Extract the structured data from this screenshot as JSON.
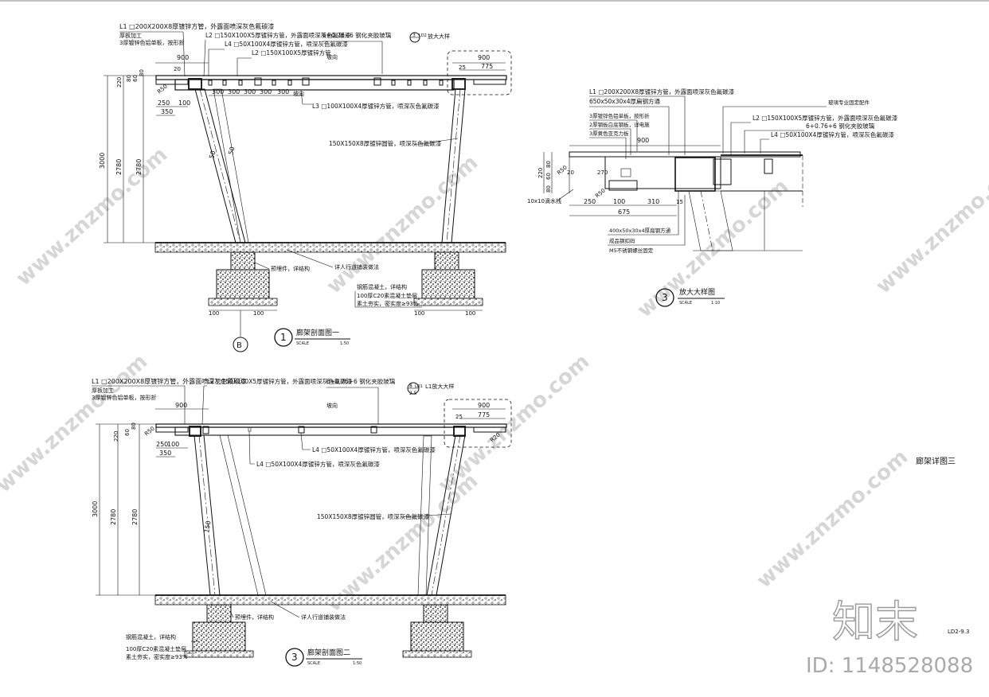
{
  "sheet": {
    "sheet_title": "廊架详图三",
    "sheet_number": "LD2-9.3",
    "brand": "知末",
    "id_text": "ID: 1148528088",
    "watermark": "www.znzmo.com"
  },
  "section1": {
    "circle": "1",
    "title": "廊架剖面图一",
    "scale_label": "SCALE",
    "scale": "1:50",
    "axis_marker": "B",
    "notes": {
      "l1": "L1 □200X200X8厚镀锌方管，外露面喷深灰色氟碳漆",
      "l1a": "厚板加工",
      "l1b": "3厚镀锌色铝单板，按形折",
      "l2": "L2 □150X100X5厚镀锌方管，外露面喷深灰色氟碳漆",
      "glass": "6+0.76+6  钢化夹胶玻璃",
      "l4": "L4 □50X100X4厚镀锌方管，喷深灰色氟碳漆",
      "l2b": "L2 □150X100X5厚镀锌方管",
      "detail_ref": "放大大样",
      "detail_ref_no": "3",
      "detail_ref_sheet": "LD2",
      "slope": "坡向",
      "l3": "L3 □100X100X4厚镀锌方管，喷深灰色氟碳漆",
      "column": "150X150X8厚镀锌圆管，喷深灰色氟碳漆",
      "embed": "预埋件，详结构",
      "paving": "详人行道铺装做法",
      "footing": "钢筋混凝土，详结构",
      "cushion": "100厚C20素混凝土垫层",
      "soil": "素土夯实，密实度≥93%"
    },
    "dims": {
      "d900a": "900",
      "d900b": "900",
      "d775": "775",
      "d25": "25",
      "d20": "20",
      "d220": "220",
      "d80": "80",
      "d60": "60",
      "d80b": "80",
      "r50": "R50",
      "d250": "250",
      "d100": "100",
      "d350": "350",
      "s300a": "300",
      "s300b": "300",
      "s300c": "300",
      "s300d": "300",
      "s300e": "300",
      "h3000": "3000",
      "h2780a": "2780",
      "h2780b": "2780",
      "c50a": "50",
      "c50b": "50",
      "f100a": "100",
      "f100b": "100",
      "f100c": "100",
      "f100d": "100"
    }
  },
  "section3": {
    "circle": "3",
    "title": "放大大样图",
    "scale_label": "SCALE",
    "scale": "1:10",
    "notes": {
      "l1": "L1 □200X200X8厚镀锌方管，外露面喷深灰色氟碳漆",
      "flat": "650x50x30x4厚扁钢方通",
      "al1": "3厚镀锌色铝单板，按形折",
      "al2": "2厚钢板白底钢板，详电施",
      "al3": "3厚黄色亚克力板",
      "glassfix": "玻璃专业固定配件",
      "l2": "L2 □150X100X5厚镀锌方管，外露面喷深灰色氟碳漆",
      "glass": "6+0.76+6  钢化夹胶玻璃",
      "l4": "L4 □50X100X4厚镀锌方管，喷深灰色氟碳漆",
      "drip": "10x10滴水线",
      "bar": "400x50x30x4厚扁钢方通",
      "fin": "成品钢扣码",
      "bolt": "M5不锈钢螺丝固定"
    },
    "dims": {
      "d900": "900",
      "d220": "220",
      "d80a": "80",
      "d60": "60",
      "d80b": "80",
      "r50a": "R50",
      "r50b": "R50",
      "d20": "20",
      "d270": "270",
      "d250": "250",
      "d100": "100",
      "d310": "310",
      "d675": "675",
      "d15": "15"
    }
  },
  "section2": {
    "circle": "3",
    "title": "廊架剖面图二",
    "scale_label": "SCALE",
    "scale": "1:50",
    "notes": {
      "l1": "L1 □200X200X8厚镀锌方管，外露面喷深灰色氟碳漆",
      "l1a": "厚板加工",
      "l1b": "3厚镀锌色铝单板，按形折",
      "l2": "L2 □150X100X5厚镀锌方管，外露面喷深灰色氟碳漆",
      "glass": "6+0.76+6  钢化夹胶玻璃",
      "detail_ref": "L1放大大样",
      "detail_ref_no": "8",
      "detail_ref_sheet": "LD1",
      "detail_scale": "2.5",
      "slope": "坡向",
      "l4a": "L4 □50X100X4厚镀锌方管，喷深灰色氟碳漆",
      "l4b": "L4 □50X100X4厚镀锌方管，喷深灰色氟碳漆",
      "column": "150X150X8厚镀锌圆管，喷深灰色氟碳漆",
      "embed": "预埋件，详结构",
      "paving": "详人行道铺装做法",
      "footing": "钢筋混凝土，详结构",
      "cushion": "100厚C20素混凝土垫层",
      "soil": "素土夯实，密实度≥93%"
    },
    "dims": {
      "d900a": "900",
      "d900b": "900",
      "d775": "775",
      "d25": "25",
      "d220": "220",
      "d60": "60",
      "d80": "80",
      "r50": "R50",
      "r20": "R20",
      "d250": "250",
      "d100": "100",
      "d350": "350",
      "h3000": "3000",
      "h2780a": "2780",
      "h2780b": "2780",
      "c150": "150"
    }
  }
}
